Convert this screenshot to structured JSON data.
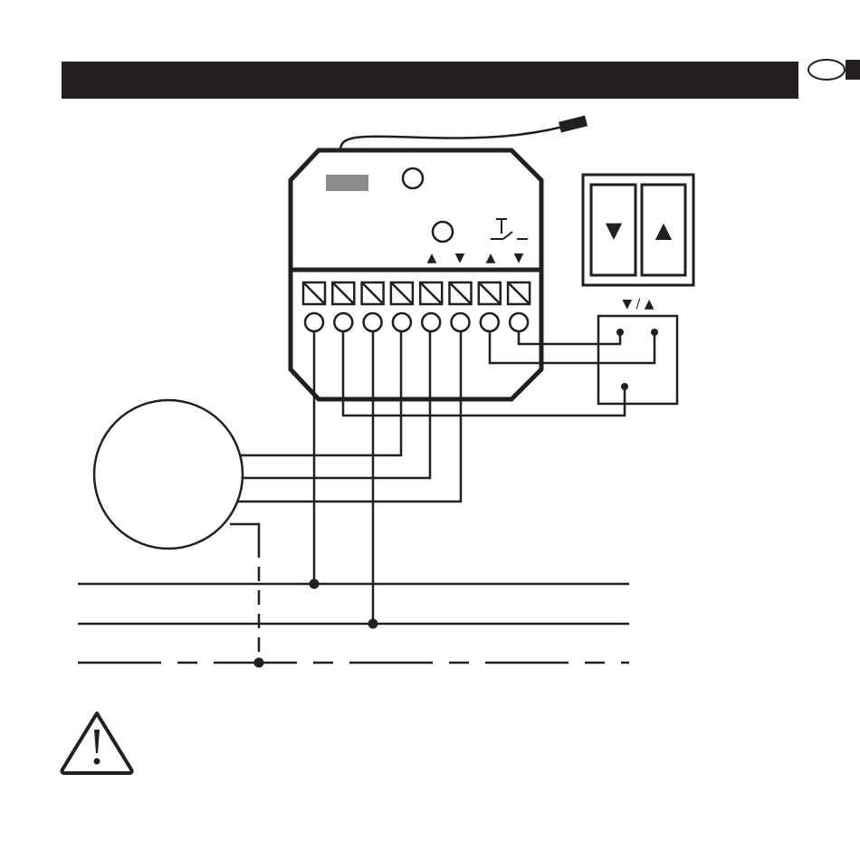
{
  "header": {
    "bar_color": "#231f20",
    "language_badge_icon": "language-badge-icon"
  },
  "colors": {
    "ink": "#231f20",
    "display": "#8c8c8c",
    "paper": "#ffffff"
  },
  "module": {
    "antenna_icon": "antenna-icon",
    "display_icon": "display-window-icon",
    "terminal_count": 8,
    "direction_markers": [
      "▲",
      "▼",
      "▲",
      "▼"
    ],
    "switch_symbol_icon": "push-switch-icon"
  },
  "wall_switch": {
    "down_label": "▼",
    "up_label": "▲",
    "terminal_label": "▼ / ▲"
  },
  "motor": {
    "icon": "motor-icon"
  },
  "supply_lines": {
    "count": 3,
    "earth_line": "dashed"
  },
  "warning": {
    "icon": "warning-triangle-icon"
  }
}
